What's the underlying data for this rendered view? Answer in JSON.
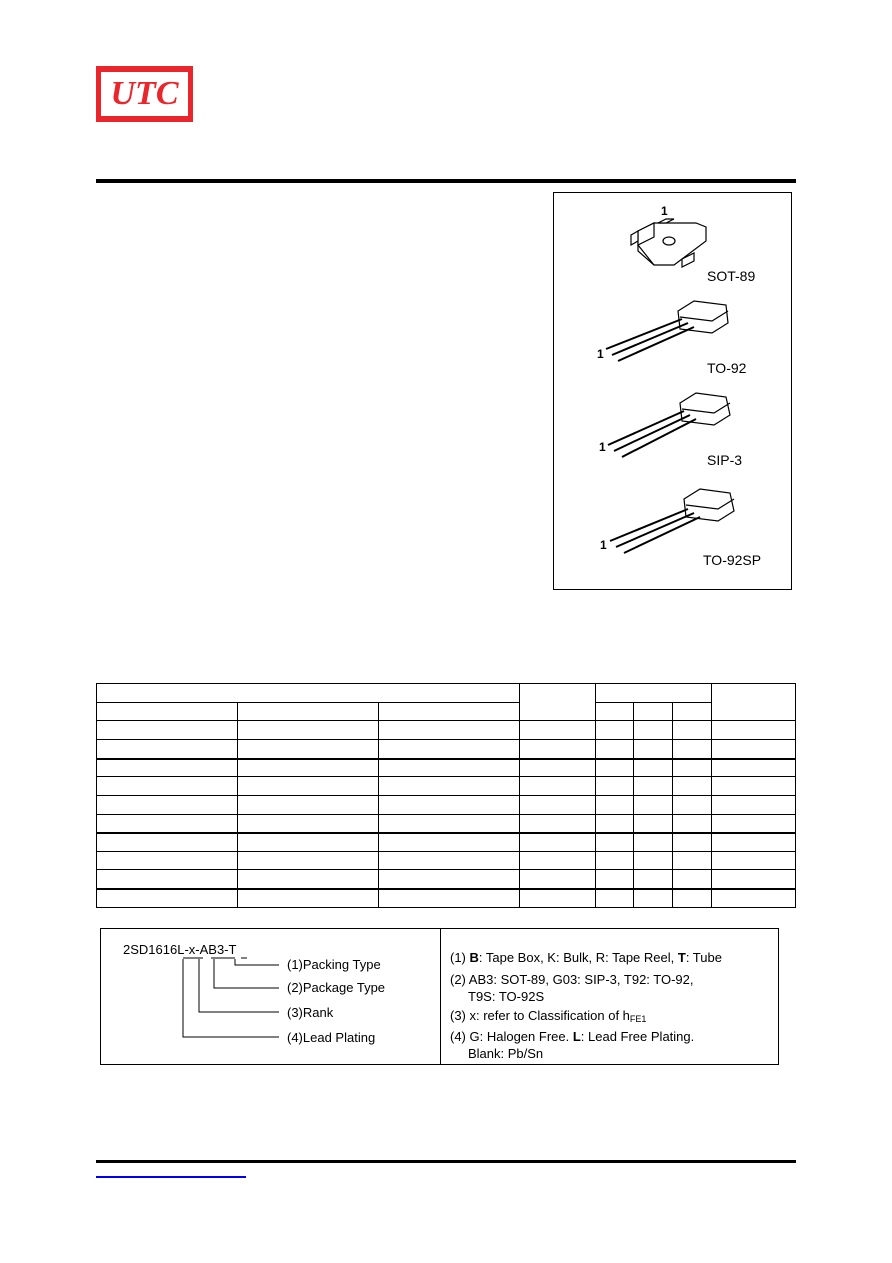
{
  "header": {
    "logo_text": "UTC",
    "brand_color": "#e8262b"
  },
  "packages": [
    {
      "name": "SOT-89",
      "pin": "1"
    },
    {
      "name": "TO-92",
      "pin": "1"
    },
    {
      "name": "SIP-3",
      "pin": "1"
    },
    {
      "name": "TO-92SP",
      "pin": "1"
    }
  ],
  "ordering": {
    "part_code": "2SD1616L-x-AB3-T",
    "labels": [
      "(1)Packing Type",
      "(2)Package Type",
      "(3)Rank",
      "(4)Lead Plating"
    ],
    "notes": [
      {
        "n": "(1) ",
        "b1": "B",
        "t1": ": Tape Box, K: Bulk, R: Tape Reel, ",
        "b2": "T",
        "t2": ": Tube"
      },
      {
        "line1": "(2) AB3: SOT-89, G03: SIP-3, T92: TO-92,",
        "line2": "T9S: TO-92S"
      },
      {
        "text": "(3) x: refer to Classification of h",
        "sub": "FE1"
      },
      {
        "line1a": "(4) G: Halogen Free. ",
        "line1b": "L",
        "line1c": ": Lead Free Plating.",
        "line2": "Blank: Pb/Sn"
      }
    ]
  },
  "colors": {
    "link": "#0000ee"
  }
}
